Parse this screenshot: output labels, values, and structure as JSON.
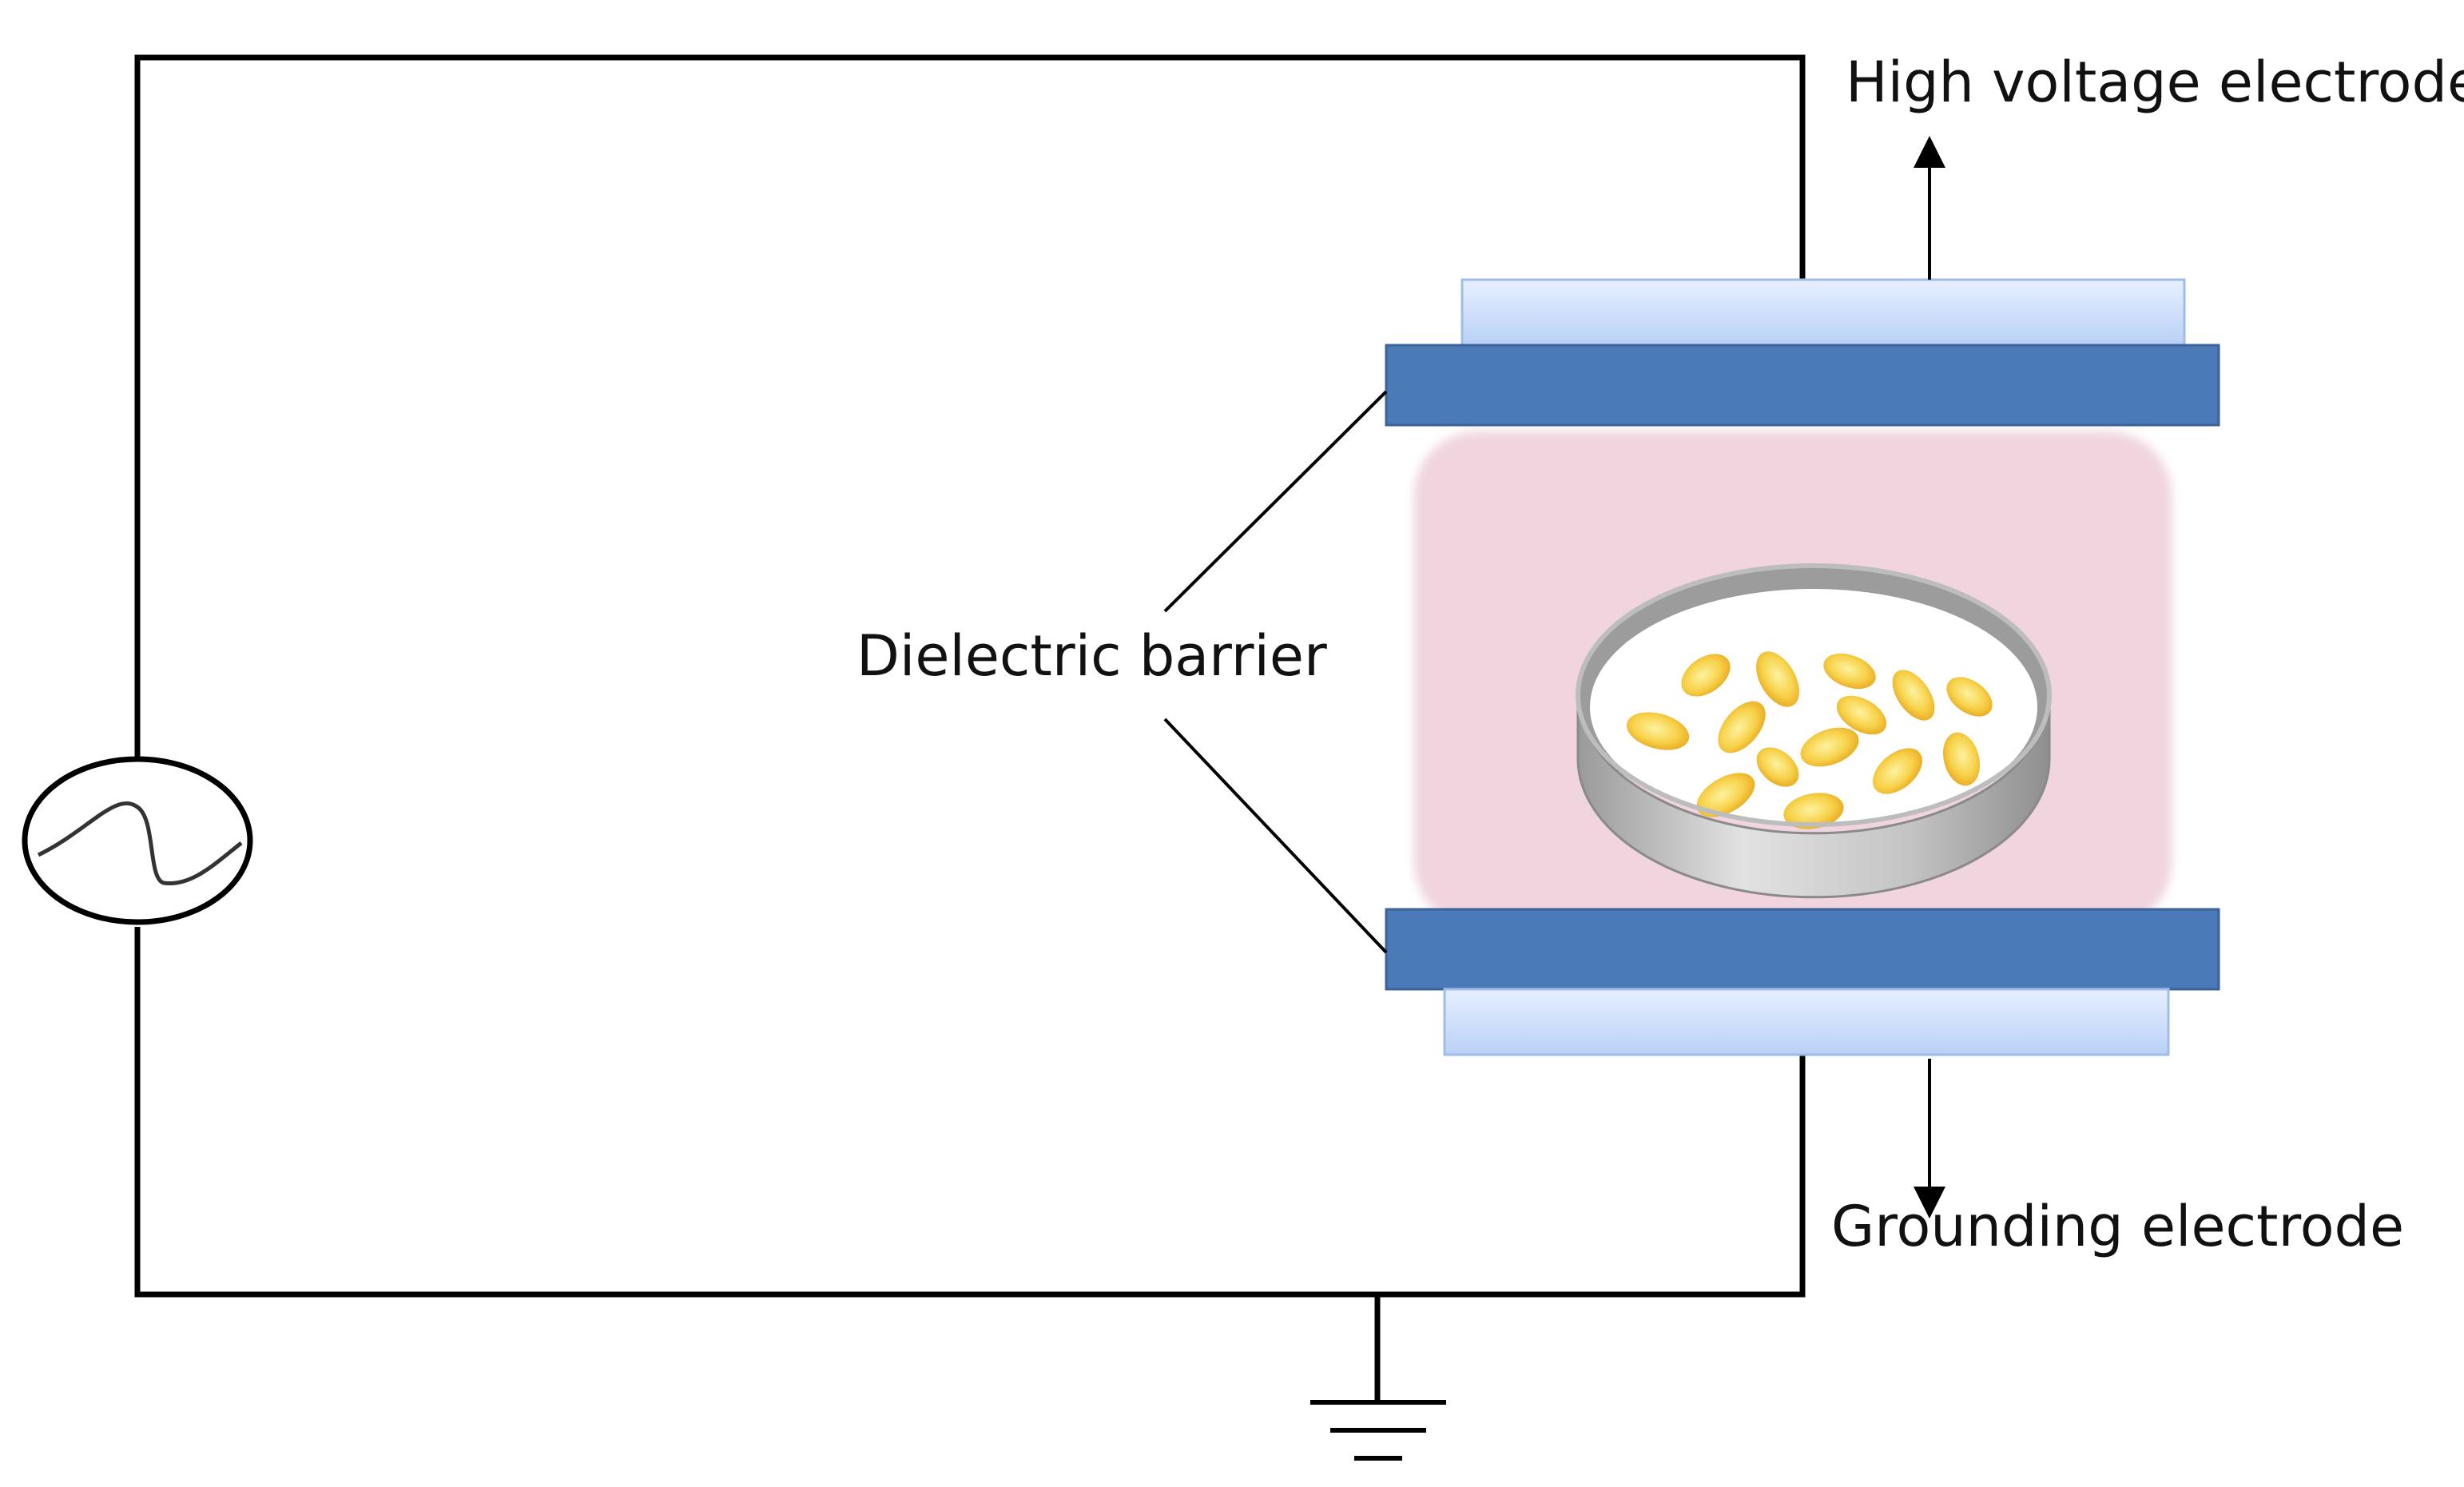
{
  "labels": {
    "high_voltage_electrode": "High voltage electrode",
    "dielectric_barrier": "Dielectric barrier",
    "grounding_electrode": "Grounding electrode"
  },
  "colors": {
    "wire": "#000000",
    "dielectric_barrier_fill": "#4a7ab8",
    "electrode_fill": "#cfe0fb",
    "plasma_region": "#f0d4de",
    "seed_fill": "#f5c63a",
    "dish_rim": "#b8b8b8"
  },
  "icons": {
    "ac_source": "ac-power-source-icon",
    "ground": "ground-symbol-icon",
    "sample": "petri-dish-with-seeds-icon"
  }
}
